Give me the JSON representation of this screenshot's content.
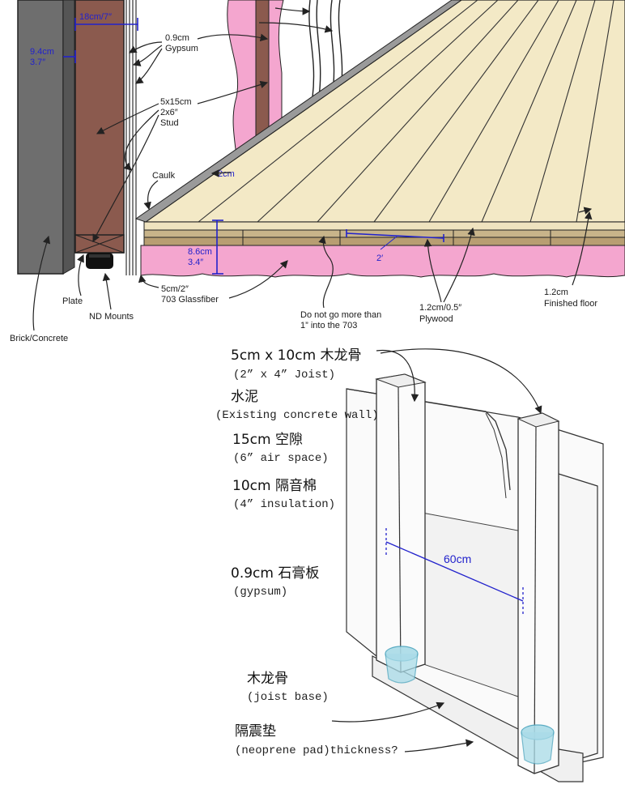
{
  "top_section": {
    "dim_wall_width": "18cm/7″",
    "dim_gap": [
      "9.4cm",
      "3.7″"
    ],
    "gypsum": [
      "0.9cm",
      "Gypsum"
    ],
    "stud": [
      "5x15cm",
      "2x6″",
      "Stud"
    ],
    "caulk": "Caulk",
    "dim_caulk_gap": "2cm",
    "dim_floor_height": [
      "8.6cm",
      "3.4″"
    ],
    "dim_spacing": "2′",
    "glassfiber": [
      "5cm/2″",
      "703 Glassfiber"
    ],
    "plate": "Plate",
    "nd_mounts": "ND Mounts",
    "brick": "Brick/Concrete",
    "warning": [
      "Do not go more than",
      "1” into the 703"
    ],
    "plywood": [
      "1.2cm/0.5″",
      "Plywood"
    ],
    "finished_floor": [
      "1.2cm",
      "Finished floor"
    ]
  },
  "bottom_section": {
    "joist": [
      "5cm x 10cm 木龙骨",
      "(2” x 4”  Joist)"
    ],
    "concrete": [
      "水泥",
      "(Existing concrete wall)"
    ],
    "air_space": [
      "15cm 空隙",
      "(6” air space)"
    ],
    "insulation": [
      "10cm 隔音棉",
      "(4” insulation)"
    ],
    "gypsum": [
      "0.9cm 石膏板",
      "(gypsum)"
    ],
    "joist_base": [
      "木龙骨",
      "(joist base)"
    ],
    "neoprene": [
      "隔震垫",
      "(neoprene pad)thickness?"
    ],
    "dim_spacing": "60cm"
  },
  "colors": {
    "concrete": "#6e6e6e",
    "stud": "#8b5a4e",
    "insulation": "#f4a6cf",
    "floor": "#f3e9c6",
    "plywood": "#c8b48a",
    "dimension": "#2222cc",
    "mount": "#222222",
    "pad": "#a9dbe8"
  }
}
